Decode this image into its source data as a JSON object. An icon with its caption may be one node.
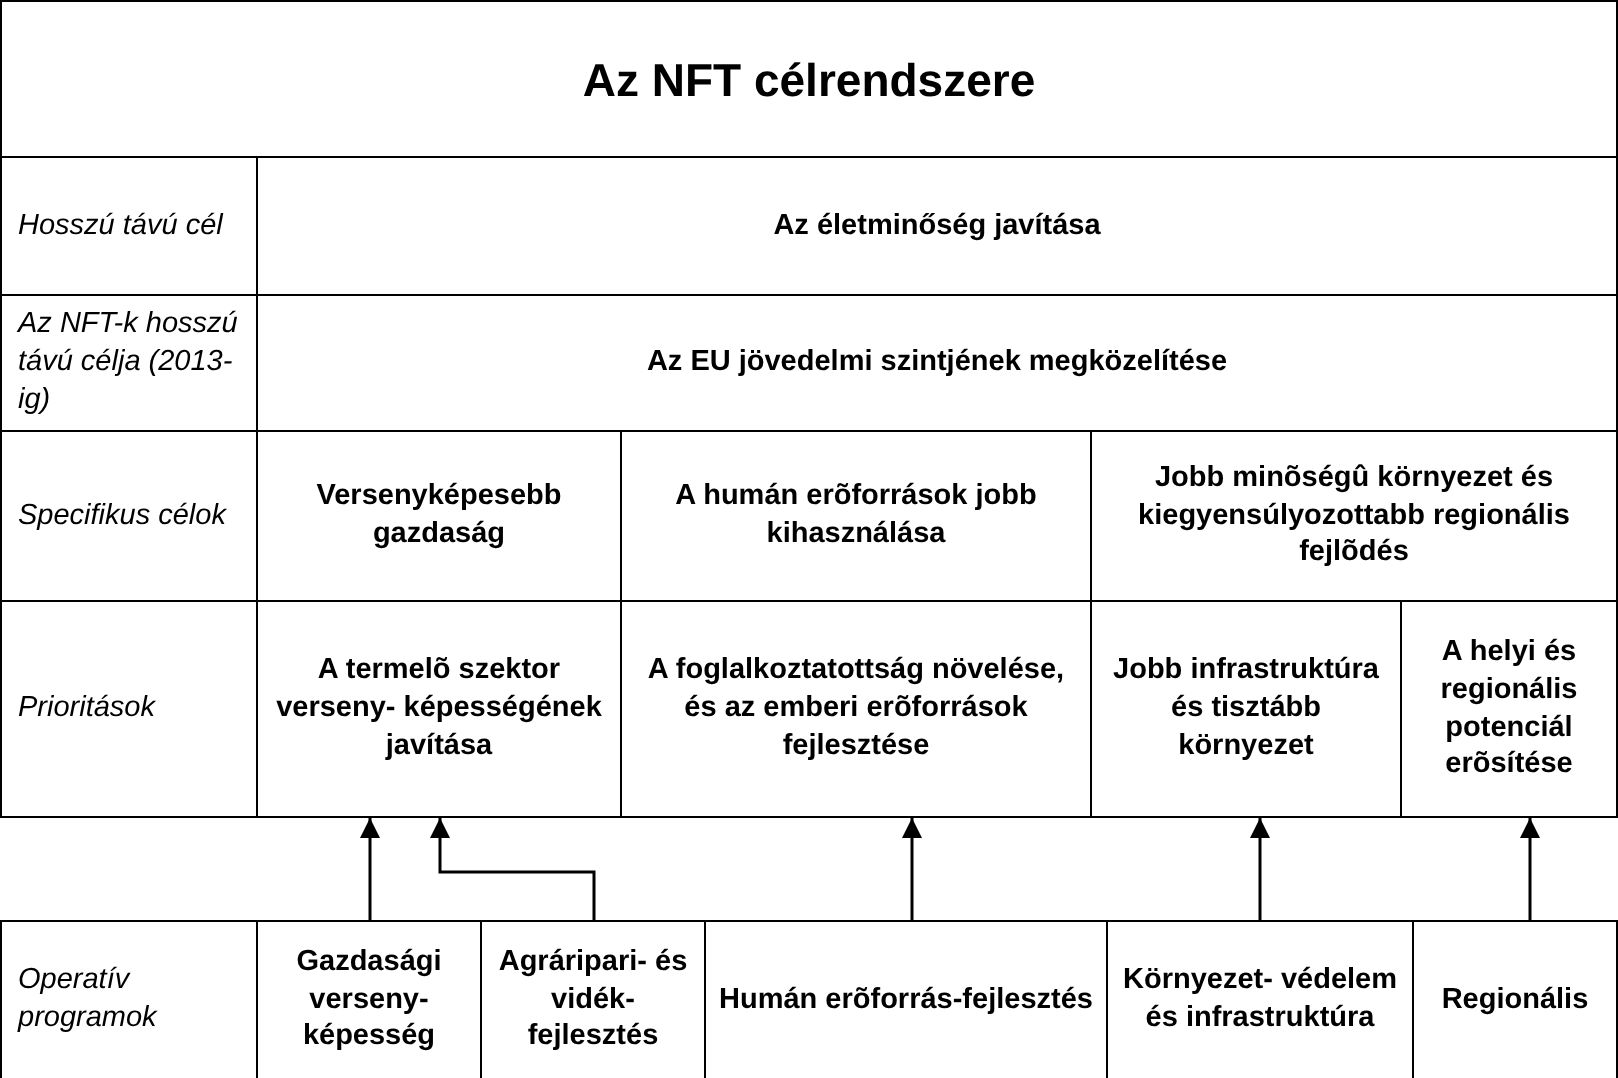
{
  "diagram": {
    "title": "Az NFT célrendszere",
    "nodes": [
      {
        "text": [
          "Hosszú távú cél"
        ]
      },
      {
        "text": [
          "Az életminőség javítása"
        ]
      },
      {
        "text": [
          "Az NFT-k hosszú távú célja (2013-ig)"
        ]
      },
      {
        "text": [
          "Az EU jövedelmi szintjének megközelítése"
        ]
      },
      {
        "text": [
          "Specifikus célok"
        ]
      },
      {
        "text": [
          "Versenyképesebb gazdaság"
        ]
      },
      {
        "text": [
          "A humán erõforrások jobb kihasználása"
        ]
      },
      {
        "text": [
          "Jobb minõségû környezet és kiegyensúlyozottabb regionális fejlõdés"
        ]
      },
      {
        "text": [
          "Prioritások"
        ]
      },
      {
        "text": [
          "A termelõ szektor verseny- képességének javítása"
        ]
      },
      {
        "text": [
          "A foglalkoztatottság növelése, és az emberi erõforrások fejlesztése"
        ]
      },
      {
        "text": [
          "Jobb infrastruktúra és tisztább környezet"
        ]
      },
      {
        "text": [
          "A helyi és regionális potenciál erõsítése"
        ]
      },
      {
        "text": [
          "Operatív programok"
        ]
      },
      {
        "text": [
          "Gazdasági verseny- képesség"
        ]
      },
      {
        "text": [
          "Agráripari- és vidék- fejlesztés"
        ]
      },
      {
        "text": [
          "Humán erõforrás-fejlesztés"
        ]
      },
      {
        "text": [
          "Környezet- védelem és infrastruktúra"
        ]
      },
      {
        "text": [
          "Regionális"
        ]
      }
    ],
    "edges": [
      {
        "from": 14,
        "to": 9,
        "arrow": "to"
      },
      {
        "from": 15,
        "to": 9,
        "arrow": "to"
      },
      {
        "from": 16,
        "to": 10,
        "arrow": "to"
      },
      {
        "from": 17,
        "to": 11,
        "arrow": "to"
      },
      {
        "from": 18,
        "to": 12,
        "arrow": "to"
      }
    ]
  }
}
